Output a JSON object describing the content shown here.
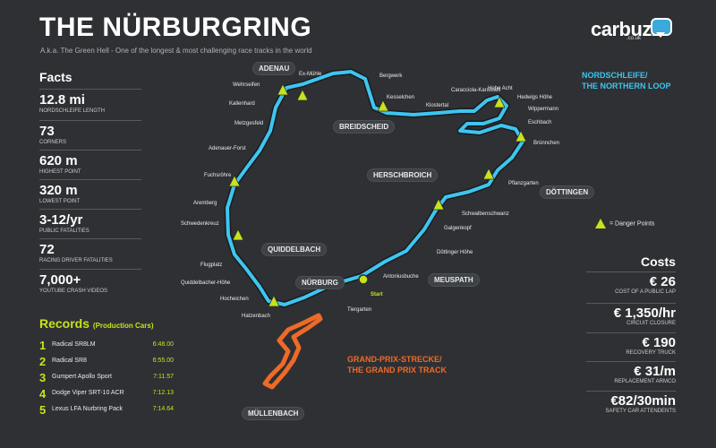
{
  "title": "THE NÜRBURGRING",
  "subtitle": "A.k.a. The Green Hell - One of the longest & most challenging race tracks in the world",
  "logo": {
    "name": "carbuzz",
    "sub": ".co.uk"
  },
  "facts": {
    "heading": "Facts",
    "items": [
      {
        "value": "12.8 mi",
        "label": "NORDSCHLEIFE LENGTH"
      },
      {
        "value": "73",
        "label": "CORNERS"
      },
      {
        "value": "620 m",
        "label": "HIGHEST POINT"
      },
      {
        "value": "320 m",
        "label": "LOWEST POINT"
      },
      {
        "value": "3-12/yr",
        "label": "PUBLIC FATALITIES"
      },
      {
        "value": "72",
        "label": "RACING DRIVER FATALITIES"
      },
      {
        "value": "7,000+",
        "label": "YOUTUBE CRASH VIDEOS"
      }
    ]
  },
  "records": {
    "heading": "Records",
    "subheading": "(Production Cars)",
    "items": [
      {
        "num": "1",
        "car": "Radical SR8LM",
        "time": "6:48.00"
      },
      {
        "num": "2",
        "car": "Radical SR8",
        "time": "6:55.00"
      },
      {
        "num": "3",
        "car": "Gumpert Apollo Sport",
        "time": "7:11.57"
      },
      {
        "num": "4",
        "car": "Dodge Viper SRT-10 ACR",
        "time": "7:12.13"
      },
      {
        "num": "5",
        "car": "Lexus LFA Nurbring Pack",
        "time": "7:14.64"
      }
    ]
  },
  "costs": {
    "heading": "Costs",
    "items": [
      {
        "value": "€ 26",
        "label": "COST OF A PUBLIC LAP"
      },
      {
        "value": "€ 1,350/hr",
        "label": "CIRCUIT CLOSURE"
      },
      {
        "value": "€ 190",
        "label": "RECOVERY TRUCK"
      },
      {
        "value": "€ 31/m",
        "label": "REPLACEMENT ARMCO"
      },
      {
        "value": "€82/30min",
        "label": "SAFETY CAR ATTENDENTS"
      }
    ]
  },
  "map": {
    "nordschleife_label": [
      "NORDSCHLEIFE/",
      "THE NORTHERN LOOP"
    ],
    "gp_label": [
      "GRAND-PRIX-STRECKE/",
      "THE GRAND PRIX TRACK"
    ],
    "legend": "= Danger Points",
    "start": "Start",
    "colors": {
      "track": "#3ec5f0",
      "gp": "#ee6a28",
      "danger": "#c8e21b",
      "bg": "#2f3033"
    },
    "towns": [
      "ADENAU",
      "BREIDSCHEID",
      "HERSCHBROICH",
      "DÖTTINGEN",
      "QUIDDELBACH",
      "NÜRBURG",
      "MEUSPATH",
      "MÜLLENBACH"
    ],
    "corners": [
      "Ex-Mühle",
      "Bergwerk",
      "Wehrseifen",
      "Kallenhard",
      "Metzgesfeld",
      "Kesselchen",
      "Klostertal",
      "Caracciola-Karussell",
      "Hohe Acht",
      "Hedwigs Höhe",
      "Wippermann",
      "Eschbach",
      "Brünnchen",
      "Adenauer-Forst",
      "Fuchsröhre",
      "Pflanzgarten",
      "Aremberg",
      "Schwedenkreuz",
      "Schwalbenschwanz",
      "Galgenkopf",
      "Döttinger Höhe",
      "Flugplatz",
      "Quiddelbacher-Höhe",
      "Hocheichen",
      "Hatzenbach",
      "Antoniusbuche",
      "Tiergarten"
    ]
  }
}
